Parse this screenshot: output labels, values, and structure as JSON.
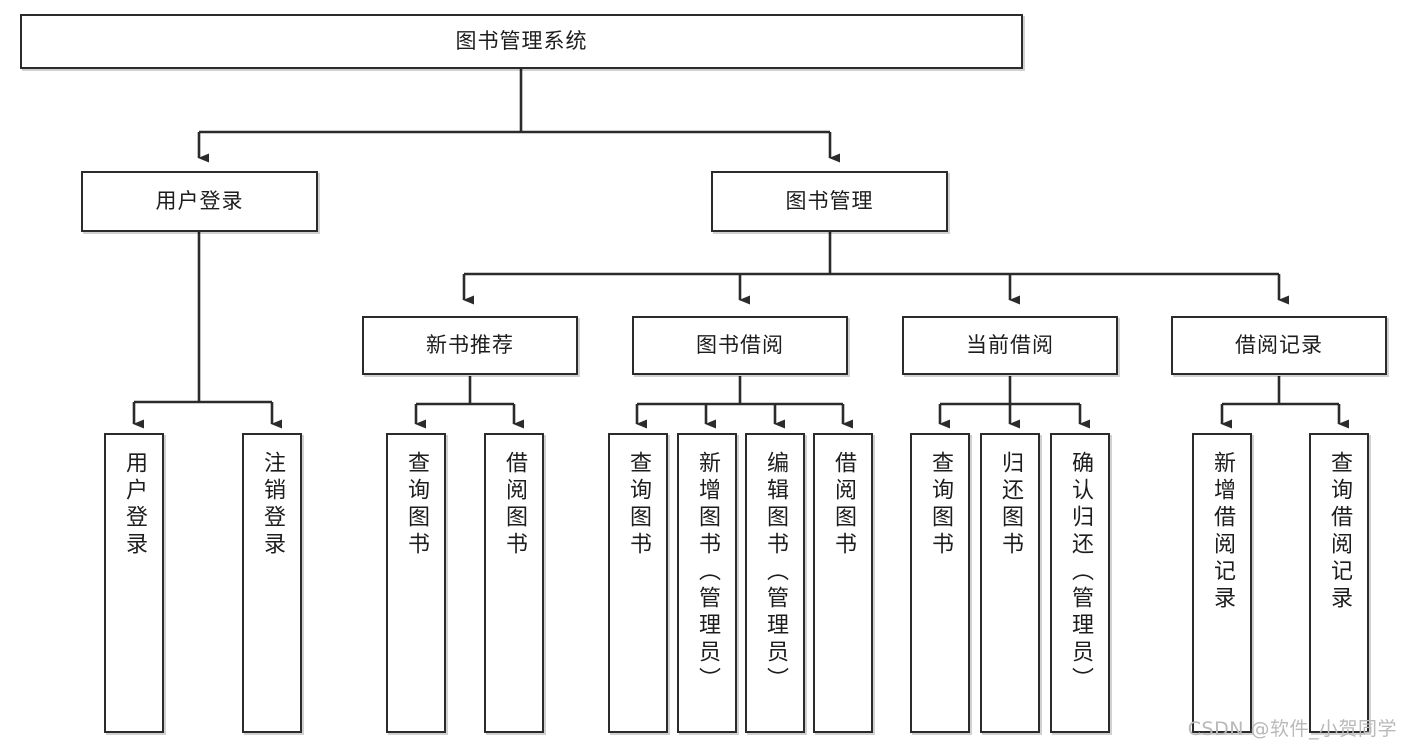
{
  "diagram": {
    "type": "tree",
    "title": "图书管理系统",
    "watermark": "CSDN @软件_小贺同学",
    "colors": {
      "box_border": "#2b2b2b",
      "box_fill": "#ffffff",
      "connector": "#2b2b2b",
      "text": "#1d1d1d",
      "watermark": "#b9b9b9"
    },
    "nodes": {
      "root": {
        "label": "图书管理系统"
      },
      "level2": [
        {
          "label": "用户登录"
        },
        {
          "label": "图书管理"
        }
      ],
      "level3": [
        {
          "label": "新书推荐"
        },
        {
          "label": "图书借阅"
        },
        {
          "label": "当前借阅"
        },
        {
          "label": "借阅记录"
        }
      ],
      "leaves": {
        "user_login": [
          {
            "label": "用户登录"
          },
          {
            "label": "注销登录"
          }
        ],
        "new_book_recommend": [
          {
            "label": "查询图书"
          },
          {
            "label": "借阅图书"
          }
        ],
        "book_borrow": [
          {
            "label": "查询图书"
          },
          {
            "label": "新增图书（管理员）"
          },
          {
            "label": "编辑图书（管理员）"
          },
          {
            "label": "借阅图书"
          }
        ],
        "current_borrow": [
          {
            "label": "查询图书"
          },
          {
            "label": "归还图书"
          },
          {
            "label": "确认归还（管理员）"
          }
        ],
        "borrow_record": [
          {
            "label": "新增借阅记录"
          },
          {
            "label": "查询借阅记录"
          }
        ]
      }
    }
  }
}
